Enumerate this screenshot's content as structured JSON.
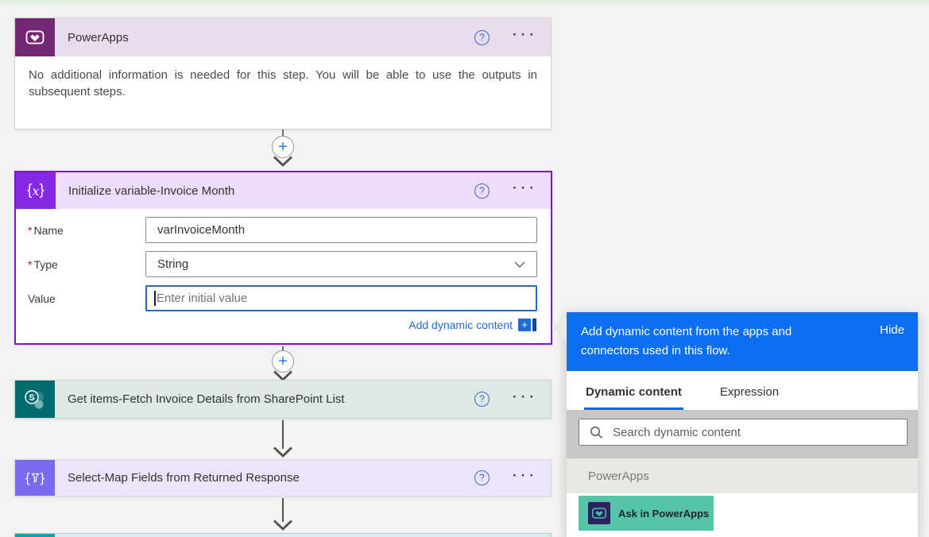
{
  "icons": {
    "help": "?",
    "ellipsis": "···",
    "plus": "+",
    "required_marker": "*"
  },
  "flow": {
    "powerapps": {
      "title": "PowerApps",
      "description": "No additional information is needed for this step. You will be able to use the outputs in subsequent steps."
    },
    "initialize_variable": {
      "title": "Initialize variable-Invoice Month",
      "name_label": "Name",
      "name_value": "varInvoiceMonth",
      "type_label": "Type",
      "type_value": "String",
      "value_label": "Value",
      "value_placeholder": "Enter initial value",
      "add_dynamic_content_label": "Add dynamic content"
    },
    "get_items": {
      "title": "Get items-Fetch Invoice Details from SharePoint List"
    },
    "select": {
      "title": "Select-Map Fields from Returned Response"
    }
  },
  "panel": {
    "header_text": "Add dynamic content from the apps and connectors used in this flow.",
    "hide_label": "Hide",
    "tabs": [
      {
        "label": "Dynamic content",
        "active": true
      },
      {
        "label": "Expression",
        "active": false
      }
    ],
    "search_placeholder": "Search dynamic content",
    "group_label": "PowerApps",
    "items": [
      {
        "label": "Ask in PowerApps"
      }
    ]
  },
  "colors": {
    "panel_header_blue": "#0c6ff2",
    "powerapps_purple": "#742774",
    "variable_purple": "#8628e6",
    "selected_card_border": "#7d15cf",
    "select_violet": "#7a6af0",
    "sharepoint_teal": "#036c70",
    "token_teal": "#56c4a9",
    "focus_border_blue": "#2569cf",
    "link_blue": "#1f6cd6",
    "tab_underline_blue": "#1168d6",
    "top_strip_green": "#e2f3e3"
  }
}
